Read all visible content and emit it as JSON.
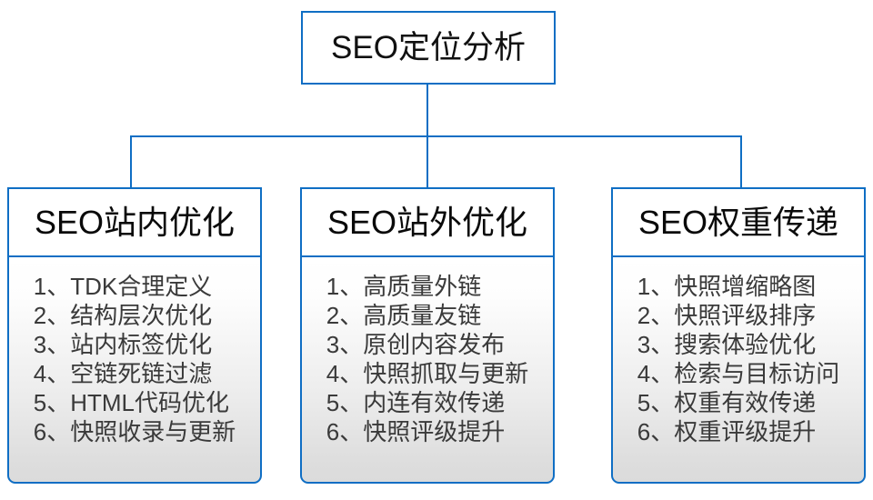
{
  "diagram": {
    "type": "tree",
    "orientation": "top-down",
    "accent_color": "#0f6ec4",
    "text_color": "#3a3a3a",
    "heading_color": "#0a0a0a",
    "background": "#ffffff",
    "root": {
      "label": "SEO定位分析"
    },
    "branches": [
      {
        "title": "SEO站内优化",
        "items": [
          "1、TDK合理定义",
          "2、结构层次优化",
          "3、站内标签优化",
          "4、空链死链过滤",
          "5、HTML代码优化",
          "6、快照收录与更新"
        ]
      },
      {
        "title": "SEO站外优化",
        "items": [
          "1、高质量外链",
          "2、高质量友链",
          "3、原创内容发布",
          "4、快照抓取与更新",
          "5、内连有效传递",
          "6、快照评级提升"
        ]
      },
      {
        "title": "SEO权重传递",
        "items": [
          "1、快照增缩略图",
          "2、快照评级排序",
          "3、搜索体验优化",
          "4、检索与目标访问",
          "5、权重有效传递",
          "6、权重评级提升"
        ]
      }
    ]
  }
}
